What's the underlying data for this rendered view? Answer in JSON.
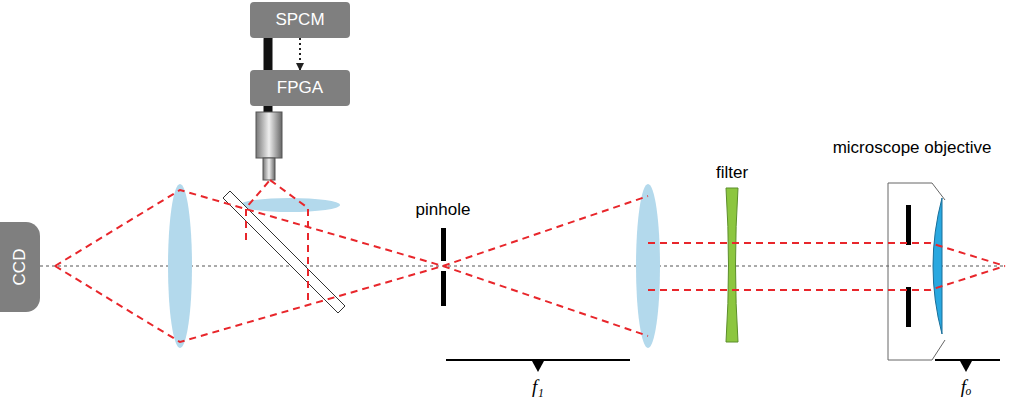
{
  "diagram": {
    "nodes": [
      {
        "text": [
          "SPCM"
        ]
      },
      {
        "text": [
          "FPGA"
        ]
      },
      {
        "text": [
          "CCD"
        ]
      }
    ],
    "edges": [
      {
        "from": 0,
        "to": 1,
        "arrow": "to"
      }
    ],
    "labels": [
      "pinhole",
      "filter",
      "microscope objective",
      "f₁",
      "fₒ"
    ]
  }
}
